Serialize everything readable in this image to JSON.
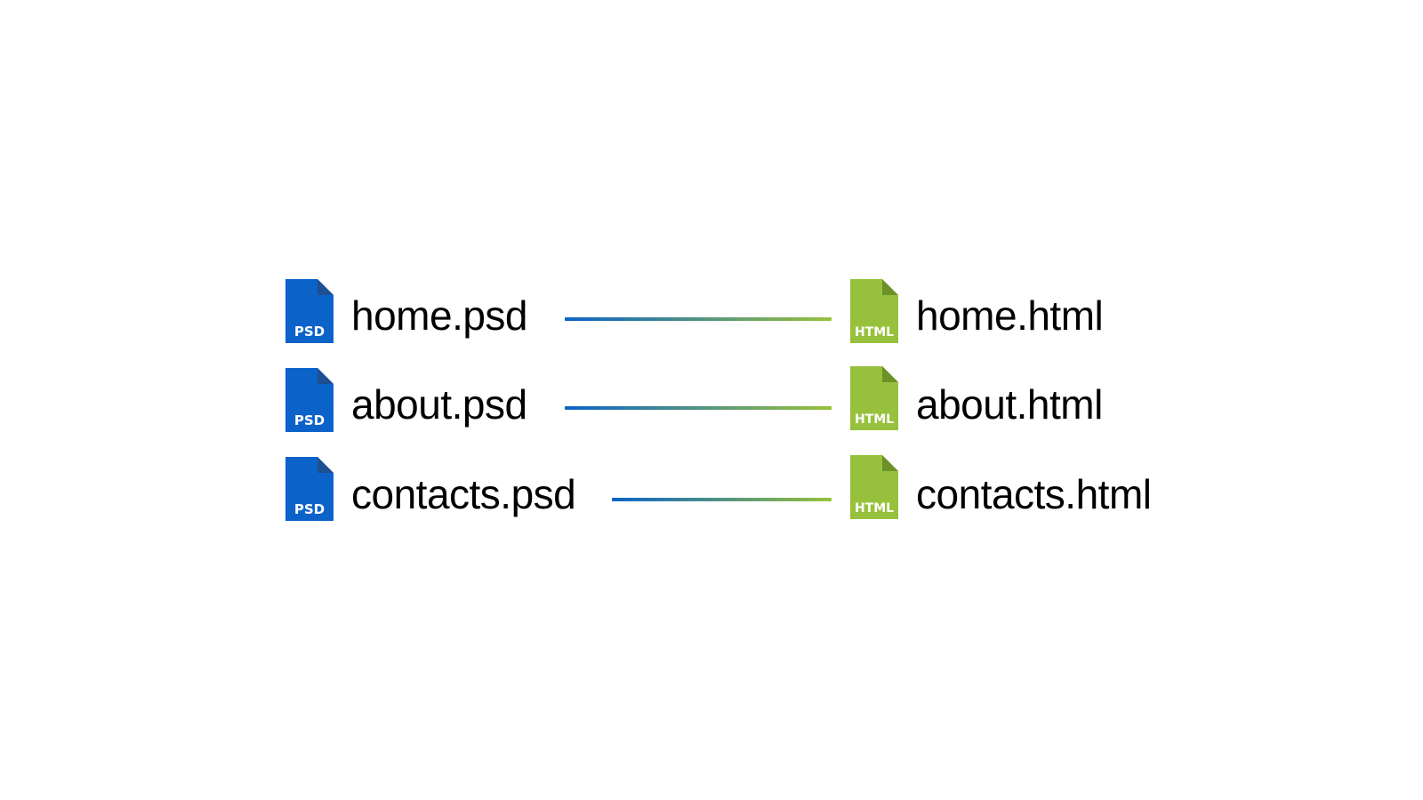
{
  "colors": {
    "psd_blue": "#0b63c9",
    "psd_fold": "#1d4f93",
    "html_green": "#97c13c",
    "html_fold": "#6d9128",
    "text": "#000000",
    "connector_start": "#0b63c9",
    "connector_end": "#97c13c"
  },
  "icons": {
    "source": "psd-file-icon",
    "target": "html-file-icon"
  },
  "badges": {
    "psd": "PSD",
    "html": "HTML"
  },
  "mappings": [
    {
      "source": "home.psd",
      "target": "home.html"
    },
    {
      "source": "about.psd",
      "target": "about.html"
    },
    {
      "source": "contacts.psd",
      "target": "contacts.html"
    }
  ]
}
